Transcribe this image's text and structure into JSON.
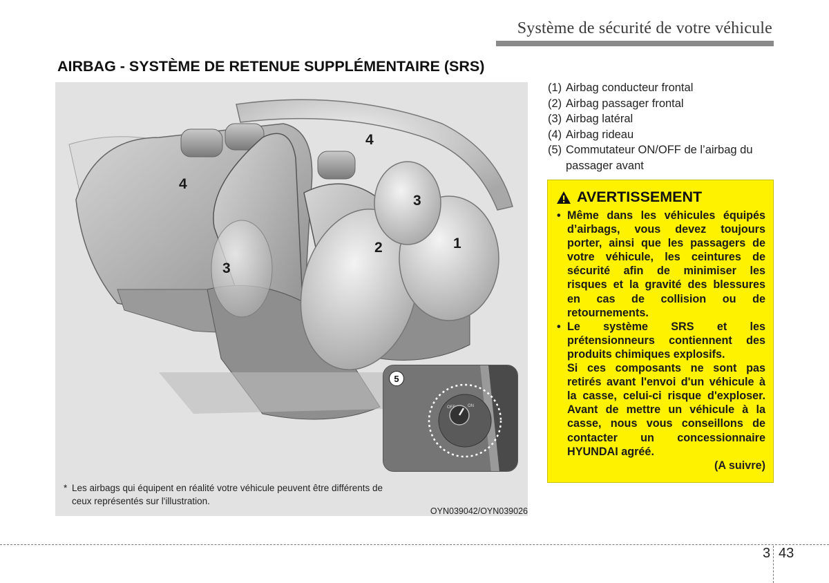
{
  "header": {
    "running_title": "Système de sécurité de votre véhicule"
  },
  "section": {
    "title": "AIRBAG - SYSTÈME DE RETENUE SUPPLÉMENTAIRE (SRS)"
  },
  "figure": {
    "callouts": [
      "4",
      "4",
      "3",
      "3",
      "2",
      "1",
      "5"
    ],
    "footnote_mark": "*",
    "footnote": "Les airbags qui équipent en réalité votre véhicule peuvent être différents de ceux représentés sur l'illustration.",
    "code": "OYN039042/OYN039026",
    "switch_labels": [
      "OFF",
      "ON"
    ]
  },
  "legend": [
    {
      "num": "(1)",
      "text": "Airbag conducteur frontal"
    },
    {
      "num": "(2)",
      "text": "Airbag passager frontal"
    },
    {
      "num": "(3)",
      "text": "Airbag latéral"
    },
    {
      "num": "(4)",
      "text": "Airbag rideau"
    },
    {
      "num": "(5)",
      "text": "Commutateur ON/OFF de l’airbag du passager avant"
    }
  ],
  "warning": {
    "title": "AVERTISSEMENT",
    "bullet": "•",
    "item1": "Même dans les véhicules équipés d’airbags, vous devez toujours porter, ainsi que les passagers de votre véhicule, les ceintures de sécurité afin de minimiser les risques et la gravité des blessures en cas de collision ou de retournements.",
    "item2_a": "Le système SRS et les prétensionneurs contiennent des produits chimiques explosifs.",
    "item2_b": "Si ces composants ne sont pas retirés avant l'envoi d'un véhicule à la casse, celui-ci risque d'exploser. Avant de mettre un véhicule à la casse, nous vous conseillons de contacter un concessionnaire HYUNDAI agréé.",
    "continued": "(A suivre)",
    "colors": {
      "background": "#fff200",
      "icon": "#111111"
    }
  },
  "page": {
    "chapter": "3",
    "number": "43"
  }
}
